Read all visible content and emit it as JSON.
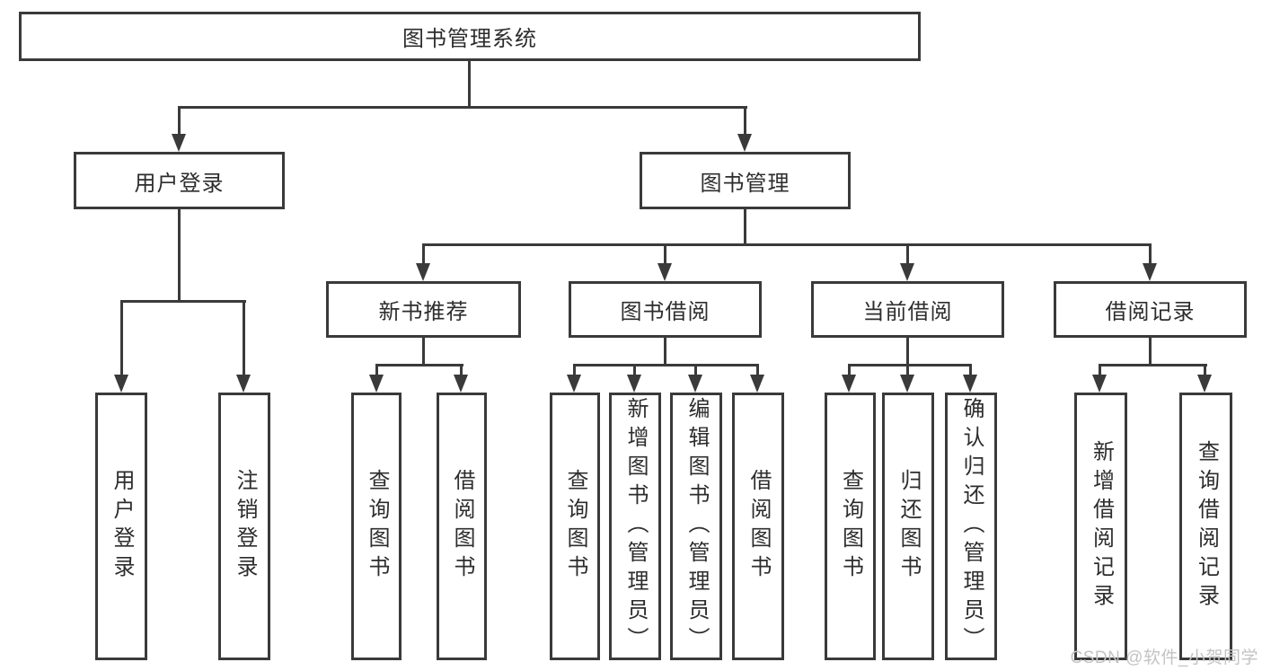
{
  "tree": {
    "root": {
      "label": "图书管理系统"
    },
    "branches": [
      {
        "label": "用户登录",
        "children": [
          {
            "label": "用户登录"
          },
          {
            "label": "注销登录"
          }
        ]
      },
      {
        "label": "图书管理",
        "children": [
          {
            "label": "新书推荐",
            "children": [
              {
                "label": "查询图书"
              },
              {
                "label": "借阅图书"
              }
            ]
          },
          {
            "label": "图书借阅",
            "children": [
              {
                "label": "查询图书"
              },
              {
                "label": "新增图书（管理员）"
              },
              {
                "label": "编辑图书（管理员）"
              },
              {
                "label": "借阅图书"
              }
            ]
          },
          {
            "label": "当前借阅",
            "children": [
              {
                "label": "查询图书"
              },
              {
                "label": "归还图书"
              },
              {
                "label": "确认归还（管理员）"
              }
            ]
          },
          {
            "label": "借阅记录",
            "children": [
              {
                "label": "新增借阅记录"
              },
              {
                "label": "查询借阅记录"
              }
            ]
          }
        ]
      }
    ]
  },
  "watermark": {
    "text": "CSDN @软件_小贺同学"
  },
  "colors": {
    "line": "#3a3a3a",
    "text": "#2d2d2d",
    "background": "#ffffff",
    "watermark": "#c3c3c3"
  }
}
